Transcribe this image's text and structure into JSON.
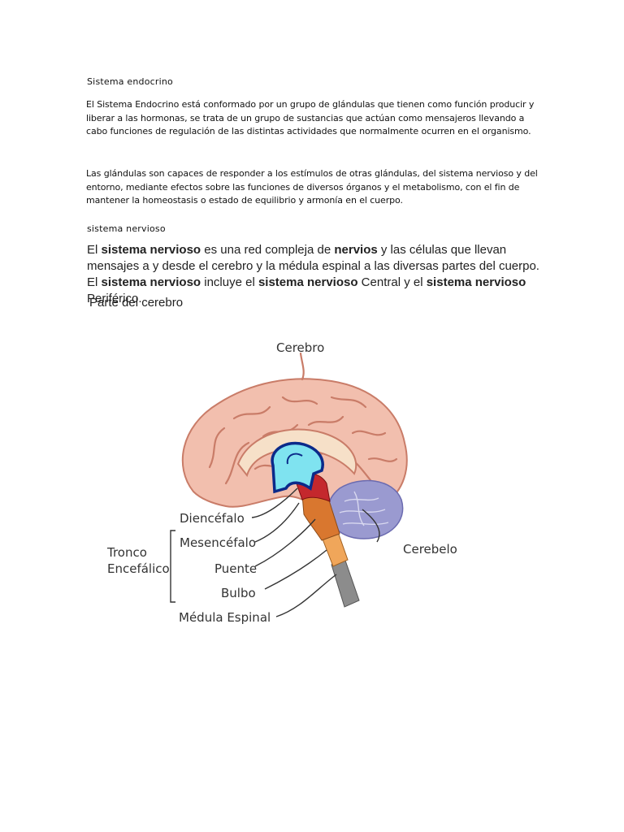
{
  "section1": {
    "heading": "Sistema endocrino",
    "paragraphs": [
      "El Sistema Endocrino está conformado por un grupo de glándulas que tienen como función producir y liberar a las hormonas, se trata de un grupo de sustancias que actúan como mensajeros llevando a cabo funciones de regulación de las distintas actividades que normalmente ocurren en el organismo.",
      "Las glándulas son capaces de responder a los estímulos de otras glándulas, del sistema nervioso y del entorno, mediante efectos sobre las funciones de diversos órganos y el metabolismo, con el fin de mantener la homeostasis o estado de equilibrio y armonía en el cuerpo."
    ]
  },
  "section2": {
    "heading": "sistema nervioso",
    "rich": {
      "t1": "El ",
      "b1": "sistema nervioso",
      "t2": " es una red compleja de ",
      "b2": "nervios",
      "t3": " y las células que llevan mensajes a y desde el cerebro y la médula espinal a las diversas partes del cuerpo. El ",
      "b3": "sistema nervioso",
      "t4": " incluye el ",
      "b4": "sistema nervioso",
      "t5": " Central y el ",
      "b5": "sistema nervioso",
      "t6": " Periférico."
    },
    "caption": "Parte del cerebro"
  },
  "diagram": {
    "labels": {
      "cerebro": "Cerebro",
      "diencefalo": "Diencéfalo",
      "tronco_1": "Tronco",
      "tronco_2": "Encefálico",
      "mesencefalo": "Mesencéfalo",
      "puente": "Puente",
      "bulbo": "Bulbo",
      "medula": "Médula Espinal",
      "cerebelo": "Cerebelo"
    },
    "colors": {
      "cortex": "#f2bfae",
      "gyri": "#c97c68",
      "diencephalon": "#7fe3f0",
      "midbrain": "#c4282d",
      "pons": "#d9772f",
      "medulla": "#f0a65a",
      "spinal_cord": "#8c8c8c",
      "cerebellum": "#9a9ad0"
    }
  }
}
